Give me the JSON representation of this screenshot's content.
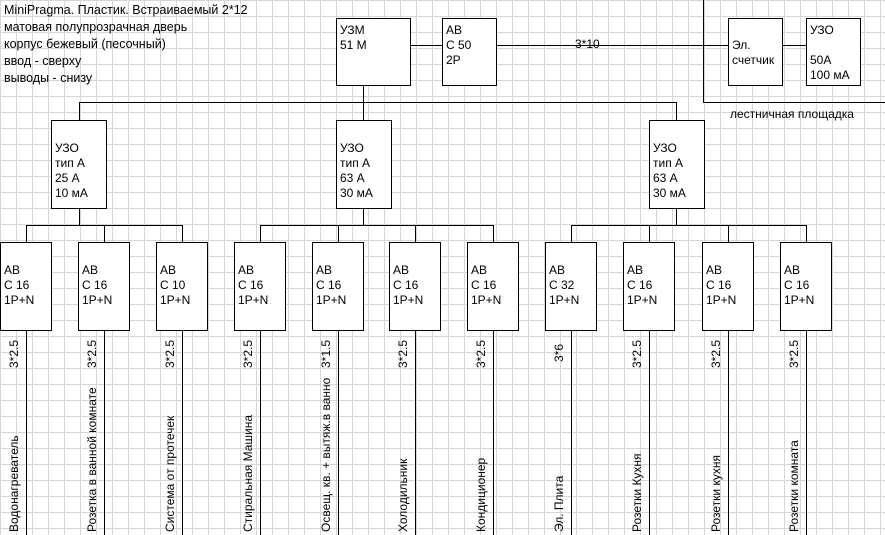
{
  "header_lines": [
    "MiniPragma. Пластик. Встраиваемый 2*12",
    "матовая полупрозрачная дверь",
    "корпус бежевый (песочный)",
    "ввод - сверху",
    "выводы - снизу"
  ],
  "top": {
    "uzm": [
      "УЗМ",
      "51 М"
    ],
    "av_main": [
      "АВ",
      "С 50",
      "2Р"
    ],
    "feed_cable": "3*10",
    "meter": [
      "Эл.",
      "счетчик"
    ],
    "uzo_input": [
      "УЗО",
      "",
      "50А",
      "100 мА"
    ],
    "landing_label": "лестничная площадка"
  },
  "uzo_groups": [
    [
      "УЗО",
      "тип А",
      "25 А",
      "10 мА"
    ],
    [
      "УЗО",
      "тип А",
      "63 А",
      "30 мА"
    ],
    [
      "УЗО",
      "тип А",
      "63 А",
      "30 мА"
    ]
  ],
  "breakers": [
    {
      "lines": [
        "АВ",
        "С 16",
        "1Р+N"
      ],
      "cable": "3*2.5",
      "load": "Водонагреватель"
    },
    {
      "lines": [
        "АВ",
        "С 16",
        "1Р+N"
      ],
      "cable": "3*2.5",
      "load": "Розетка в ванной комнате"
    },
    {
      "lines": [
        "АВ",
        "С 10",
        "1Р+N"
      ],
      "cable": "3*2.5",
      "load": "Система от протечек"
    },
    {
      "lines": [
        "АВ",
        "С 16",
        "1Р+N"
      ],
      "cable": "3*2.5",
      "load": "Стиральная Машина"
    },
    {
      "lines": [
        "АВ",
        "С 16",
        "1Р+N"
      ],
      "cable": "3*1.5",
      "load": "Освещ. кв. + вытяж.в ванно"
    },
    {
      "lines": [
        "АВ",
        "С 16",
        "1Р+N"
      ],
      "cable": "3*2.5",
      "load": "Холодильник"
    },
    {
      "lines": [
        "АВ",
        "С 16",
        "1Р+N"
      ],
      "cable": "3*2.5",
      "load": "Кондиционер"
    },
    {
      "lines": [
        "АВ",
        "С 32",
        "1Р+N"
      ],
      "cable": "3*6",
      "load": "Эл. Плита"
    },
    {
      "lines": [
        "АВ",
        "С 16",
        "1Р+N"
      ],
      "cable": "3*2.5",
      "load": "Розетки Кухня"
    },
    {
      "lines": [
        "АВ",
        "С 16",
        "1Р+N"
      ],
      "cable": "3*2.5",
      "load": "Розетки кухня"
    },
    {
      "lines": [
        "АВ",
        "С 16",
        "1Р+N"
      ],
      "cable": "3*2.5",
      "load": "Розетки комната"
    }
  ]
}
